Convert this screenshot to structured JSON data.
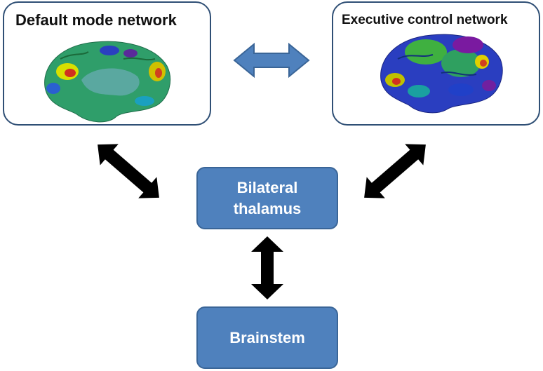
{
  "panels": {
    "dmn": {
      "title": "Default mode network"
    },
    "ecn": {
      "title": "Executive control network"
    }
  },
  "nodes": {
    "thalamus": {
      "line1": "Bilateral",
      "line2": "thalamus"
    },
    "brainstem": {
      "label": "Brainstem"
    }
  },
  "colors": {
    "node_fill": "#4f81bd",
    "panel_border": "#2f4f75",
    "connector_arrow": "#000000"
  }
}
